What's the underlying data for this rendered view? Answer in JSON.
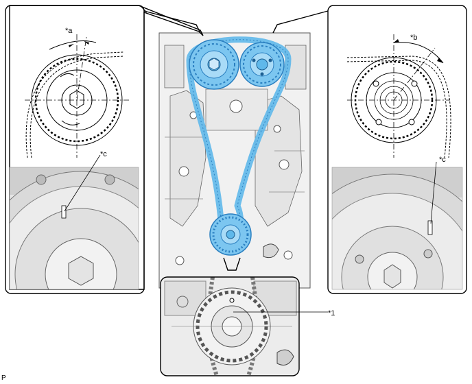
{
  "callouts": {
    "left_mark": "*a",
    "right_mark": "*b",
    "left_c": "*c",
    "right_c": "*c",
    "crank_mark": "*1"
  },
  "footer": {
    "code": "P"
  },
  "colors": {
    "highlight": "#5fb8ea",
    "highlight_dark": "#2a7fc0",
    "frame": "#000000",
    "engine_fill": "#eeeeee",
    "engine_line": "#444444"
  }
}
